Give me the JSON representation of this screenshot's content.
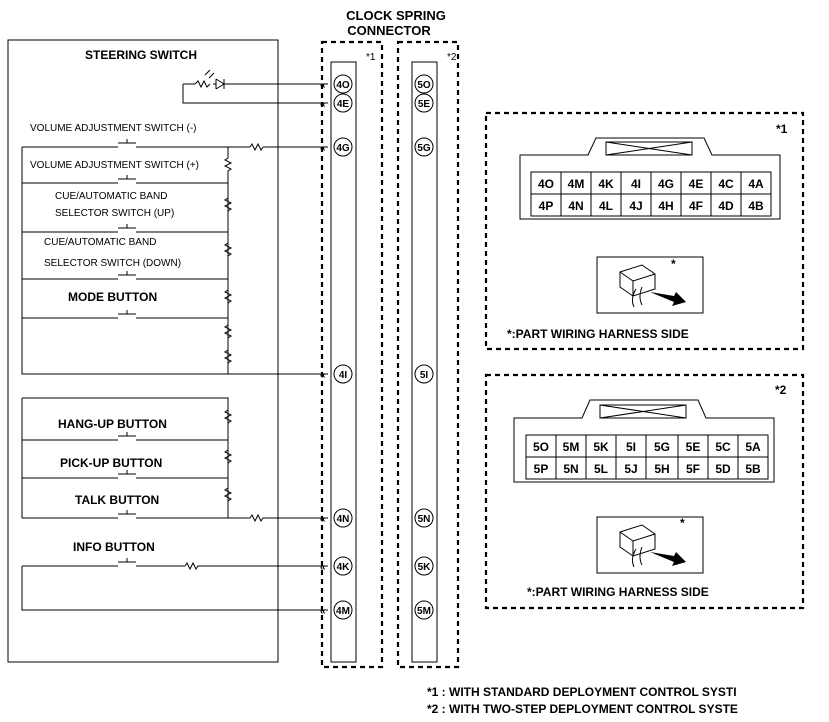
{
  "header": {
    "line1": "CLOCK SPRING",
    "line2": "CONNECTOR"
  },
  "steering_switch": {
    "title": "STEERING SWITCH",
    "labels": [
      "VOLUME ADJUSTMENT SWITCH (-)",
      "VOLUME ADJUSTMENT SWITCH (+)",
      "CUE/AUTOMATIC BAND",
      "SELECTOR SWITCH (UP)",
      "CUE/AUTOMATIC BAND",
      "SELECTOR SWITCH (DOWN)",
      "MODE BUTTON",
      "HANG-UP BUTTON",
      "PICK-UP BUTTON",
      "TALK BUTTON",
      "INFO BUTTON"
    ]
  },
  "connector_left": {
    "tag": "*1",
    "pins": [
      "4O",
      "4E",
      "4G",
      "4I",
      "4N",
      "4K",
      "4M"
    ]
  },
  "connector_right": {
    "tag": "*2",
    "pins": [
      "5O",
      "5E",
      "5G",
      "5I",
      "5N",
      "5K",
      "5M"
    ]
  },
  "detail1": {
    "tag": "*1",
    "rows": [
      [
        "4O",
        "4M",
        "4K",
        "4I",
        "4G",
        "4E",
        "4C",
        "4A"
      ],
      [
        "4P",
        "4N",
        "4L",
        "4J",
        "4H",
        "4F",
        "4D",
        "4B"
      ]
    ],
    "star": "*",
    "note": "*:PART WIRING HARNESS SIDE"
  },
  "detail2": {
    "tag": "*2",
    "rows": [
      [
        "5O",
        "5M",
        "5K",
        "5I",
        "5G",
        "5E",
        "5C",
        "5A"
      ],
      [
        "5P",
        "5N",
        "5L",
        "5J",
        "5H",
        "5F",
        "5D",
        "5B"
      ]
    ],
    "star": "*",
    "note": "*:PART WIRING HARNESS SIDE"
  },
  "footnotes": [
    "*1 : WITH STANDARD DEPLOYMENT CONTROL SYSTI",
    "*2 : WITH TWO-STEP DEPLOYMENT CONTROL SYSTE"
  ]
}
